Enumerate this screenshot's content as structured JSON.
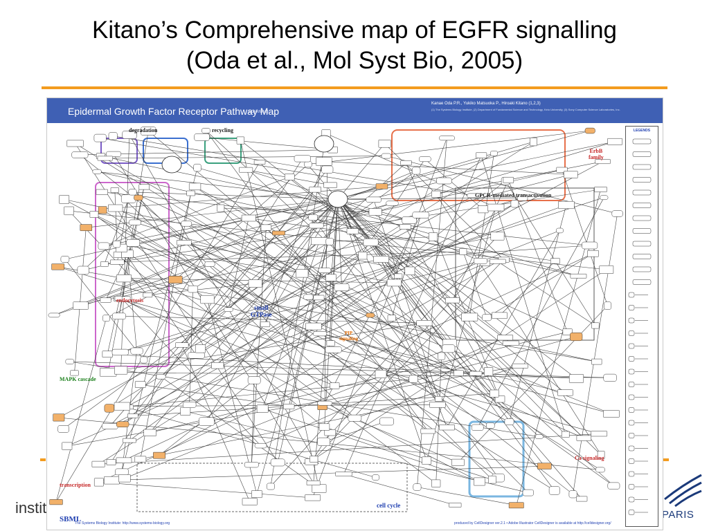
{
  "slide": {
    "title_line1": "Kitano’s Comprehensive map of EGFR signalling",
    "title_line2": "(Oda et al., Mol Syst Bio, 2005)",
    "left_logo": "institu",
    "right_logo": "PARIS",
    "accent_color": "#f39c1f"
  },
  "map": {
    "header_title": "Epidermal Growth Factor Receptor Pathway Map",
    "header_sub": "(EGFR/ErbB)",
    "header_authors": "Kanae Oda P.R.,  Yukiko Matsuoka P.,  Hiroaki Kitano (1,2,3)",
    "header_affil": "(1) The Systems Biology Institute, (2) Department of Fundamental Science and Technology, Keio University, (3) Sony Computer Science Laboratories, Inc.",
    "header_color": "#3f60b4",
    "regions": {
      "degradation": "degradation",
      "recycling": "recycling",
      "erbb_family": "ErbB\nfamily",
      "gpcr": "GPCR-mediated transactivation",
      "endocytosis": "endocytosis",
      "small_gtpase": "small\nGTPase",
      "pip_signaling": "PIP\nsignaling",
      "mapk_cascade": "MAPK cascade",
      "ca_signaling": "Ca signaling",
      "transcription": "transcription",
      "cell_cycle": "cell cycle"
    },
    "legend_title": "LEGENDS",
    "footer_left": "The Systems Biology Institute: http://www.systems-biology.org",
    "footer_right": "produced by  CellDesigner ver.2.1  •  Adobe Illustrator   CellDesigner is available at http://celldesigner.org/",
    "sbml_logo": "SBML"
  }
}
